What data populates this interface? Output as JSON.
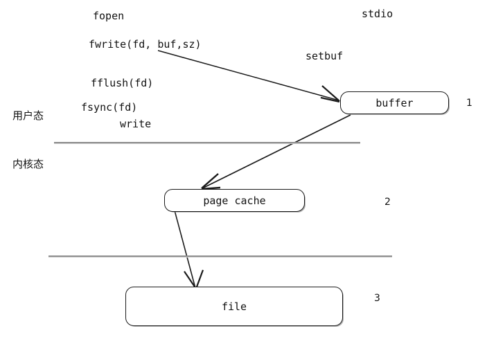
{
  "diagram": {
    "title": "stdio write path buffering diagram",
    "background": "#ffffff",
    "stroke_color": "#1a1a1a",
    "divider_color": "#8e8e8e"
  },
  "api_labels": {
    "fopen": "fopen",
    "fwrite": "fwrite(fd, buf,sz)",
    "fflush": "fflush(fd)",
    "fsync": "fsync(fd)",
    "write": "write",
    "stdio": "stdio",
    "setbuf": "setbuf"
  },
  "mode_labels": {
    "user": "用户态",
    "kernel": "内核态"
  },
  "nodes": [
    {
      "id": "buffer",
      "label": "buffer"
    },
    {
      "id": "page-cache",
      "label": "page cache"
    },
    {
      "id": "file",
      "label": "file"
    }
  ],
  "step_numbers": {
    "buffer": "1",
    "page_cache": "2",
    "file": "3"
  }
}
